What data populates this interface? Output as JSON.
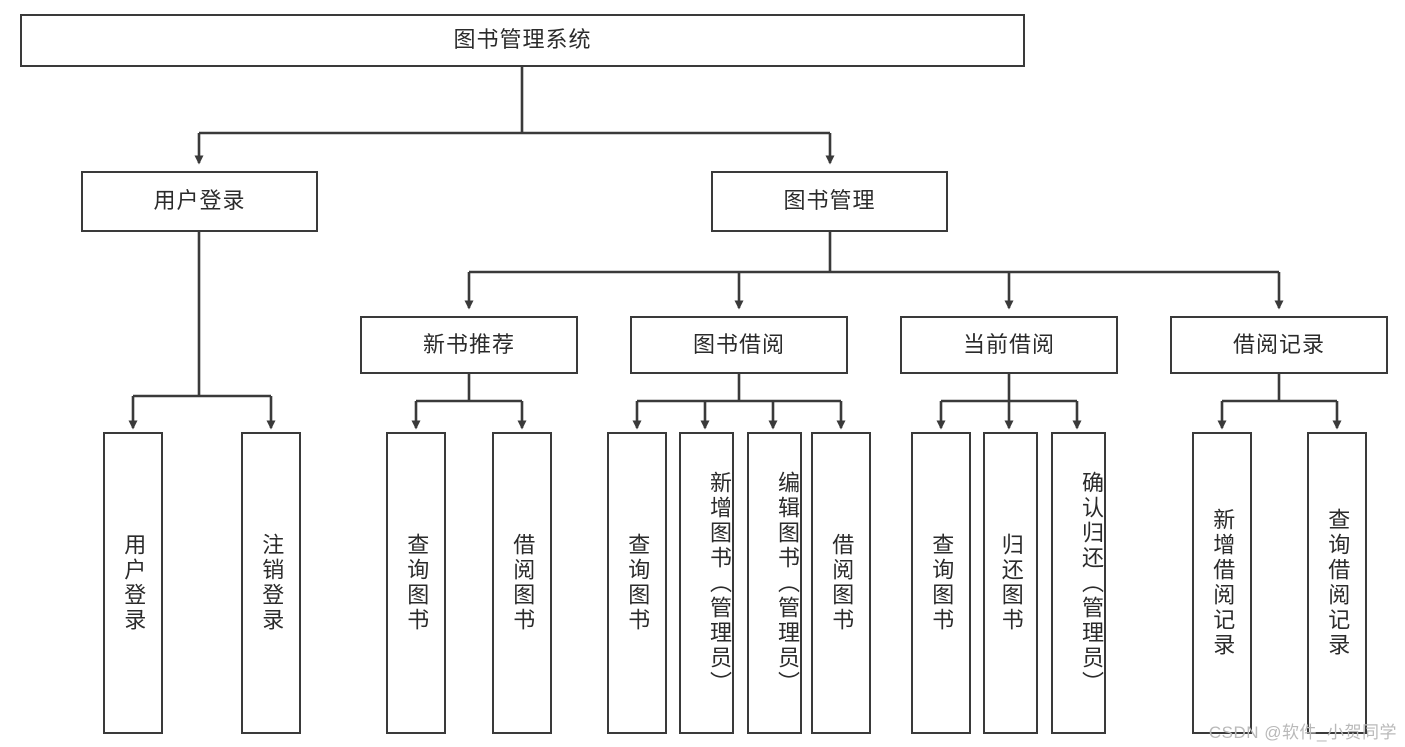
{
  "diagram": {
    "type": "tree",
    "title": "图书管理系统",
    "root": {
      "label": "图书管理系统"
    },
    "level2": [
      {
        "label": "用户登录"
      },
      {
        "label": "图书管理"
      }
    ],
    "level3": [
      {
        "label": "新书推荐"
      },
      {
        "label": "图书借阅"
      },
      {
        "label": "当前借阅"
      },
      {
        "label": "借阅记录"
      }
    ],
    "leaves": {
      "user_login": [
        {
          "label": "用户登录"
        },
        {
          "label": "注销登录"
        }
      ],
      "new_book_recommend": [
        {
          "label": "查询图书"
        },
        {
          "label": "借阅图书"
        }
      ],
      "book_borrow": [
        {
          "label": "查询图书"
        },
        {
          "label": "新增图书（管理员）"
        },
        {
          "label": "编辑图书（管理员）"
        },
        {
          "label": "借阅图书"
        }
      ],
      "current_borrow": [
        {
          "label": "查询图书"
        },
        {
          "label": "归还图书"
        },
        {
          "label": "确认归还（管理员）"
        }
      ],
      "borrow_record": [
        {
          "label": "新增借阅记录"
        },
        {
          "label": "查询借阅记录"
        }
      ]
    }
  },
  "watermark": {
    "text": "CSDN @软件_小贺同学"
  },
  "colors": {
    "stroke": "#3a3a3a",
    "text": "#2b2b2b",
    "background": "#ffffff",
    "watermark": "#b9b9b9"
  }
}
